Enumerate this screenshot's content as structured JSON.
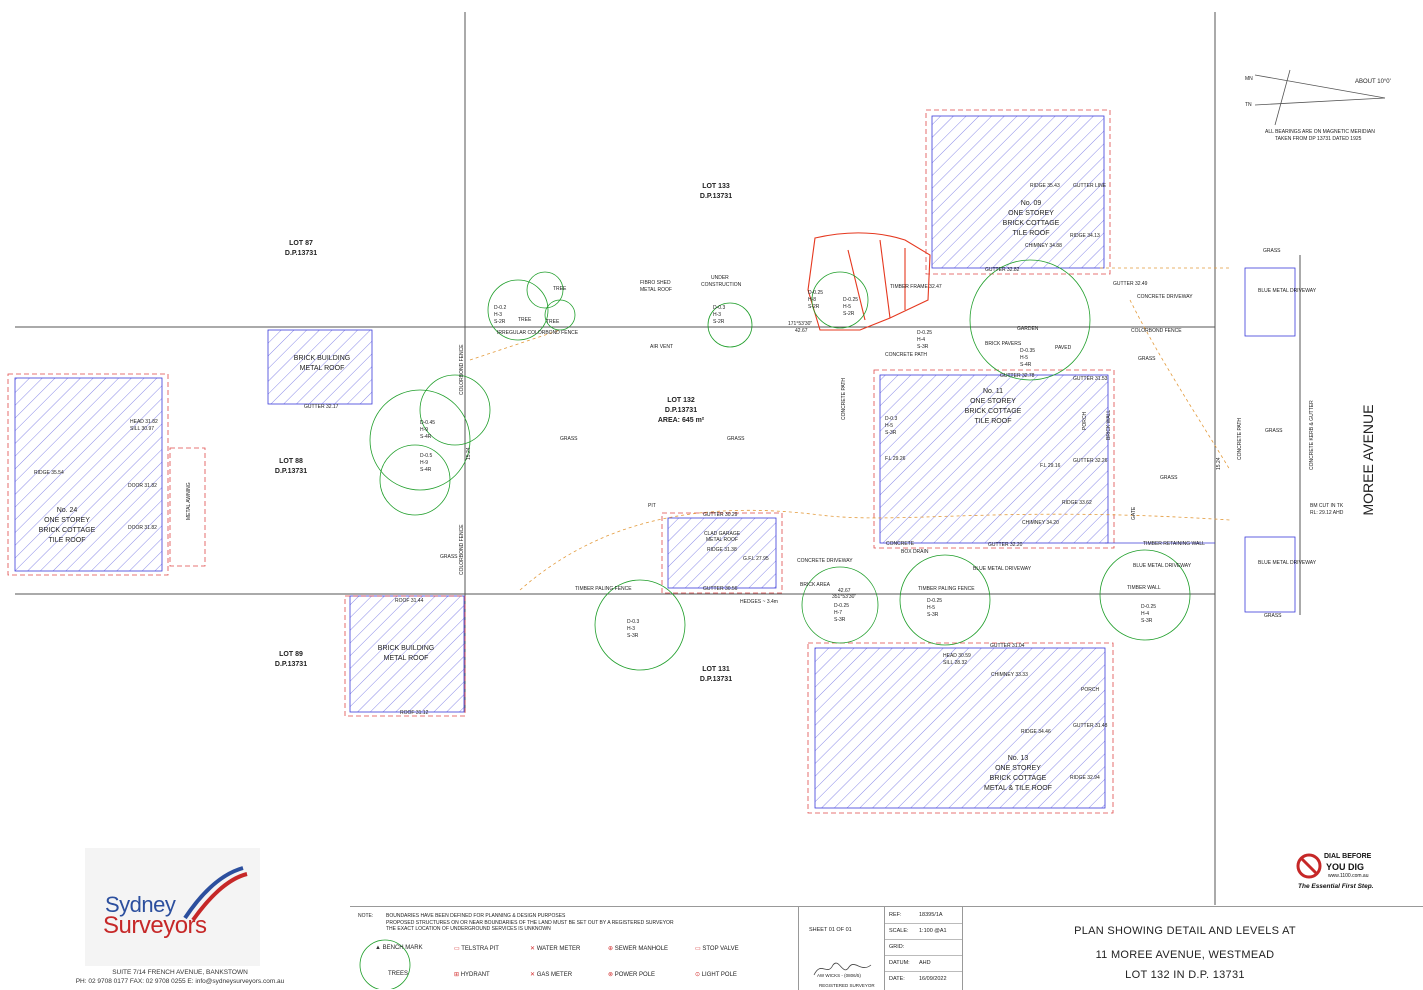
{
  "north": {
    "mn_label": "MN",
    "tn_label": "TN",
    "about_label": "ABOUT 10°0'",
    "bearing_note_1": "ALL BEARINGS ARE ON MAGNETIC MERIDIAN",
    "bearing_note_2": "TAKEN FROM DP 13731 DATED 1925"
  },
  "street": "MOREE AVENUE",
  "lots": {
    "lot133": {
      "name": "LOT 133",
      "dp": "D.P.13731"
    },
    "lot87": {
      "name": "LOT 87",
      "dp": "D.P.13731"
    },
    "lot88": {
      "name": "LOT 88",
      "dp": "D.P.13731"
    },
    "lot89": {
      "name": "LOT 89",
      "dp": "D.P.13731"
    },
    "lot131": {
      "name": "LOT 131",
      "dp": "D.P.13731"
    },
    "lot132": {
      "name": "LOT 132",
      "dp": "D.P.13731",
      "area": "AREA: 645 m²"
    }
  },
  "buildings": {
    "no09": {
      "l1": "No. 09",
      "l2": "ONE STOREY",
      "l3": "BRICK COTTAGE",
      "l4": "TILE ROOF"
    },
    "no11": {
      "l1": "No. 11",
      "l2": "ONE STOREY",
      "l3": "BRICK COTTAGE",
      "l4": "TILE ROOF"
    },
    "no13": {
      "l1": "No. 13",
      "l2": "ONE STOREY",
      "l3": "BRICK COTTAGE",
      "l4": "METAL & TILE ROOF"
    },
    "no24": {
      "l1": "No. 24",
      "l2": "ONE STOREY",
      "l3": "BRICK COTTAGE",
      "l4": "TILE ROOF"
    },
    "brick87": {
      "l1": "BRICK BUILDING",
      "l2": "METAL ROOF"
    },
    "brick89": {
      "l1": "BRICK BUILDING",
      "l2": "METAL ROOF"
    },
    "garage": {
      "l1": "CLAD GARAGE",
      "l2": "METAL ROOF"
    }
  },
  "annotations": {
    "ridge_3543": "RIDGE 35.43",
    "gutter_line": "GUTTER LINE",
    "chimney_3488": "CHIMNEY 34.88",
    "ridge_3413": "RIDGE 34.13",
    "gutter_3282": "GUTTER 32.82",
    "gutter_3249": "GUTTER 32.49",
    "concrete_driveway": "CONCRETE DRIVEWAY",
    "timber_frame": "TIMBER FRAME 32.47",
    "colorbond_fence": "COLORBOND FENCE",
    "grass": "GRASS",
    "blue_metal_driveway": "BLUE METAL DRIVEWAY",
    "under_construction_1": "UNDER",
    "under_construction_2": "CONSTRUCTION",
    "fibro_shed_1": "FIBRO SHED",
    "fibro_shed_2": "METAL ROOF",
    "tree": "TREE",
    "irregular_fence": "IRREGULAR COLORBOND FENCE",
    "air_vent": "AIR VENT",
    "brick_pavers": "BRICK PAVERS",
    "concrete_path": "CONCRETE PATH",
    "garden": "GARDEN",
    "paved": "PAVED",
    "gutter_3178": "GUTTER 32.78",
    "gutter_3153": "GUTTER 31.53",
    "gutter_3226": "GUTTER 32.26",
    "fl_2916": "F.L 29.16",
    "fl_2926": "F.L 29.26",
    "ridge_3362": "RIDGE 33.62",
    "chimney_3420": "CHIMNEY 34.20",
    "gutter_3220": "GUTTER 32.20",
    "porch": "PORCH",
    "brick_wall": "BRICK WALL",
    "timber_retaining_wall": "TIMBER RETAINING WALL",
    "timber_wall": "TIMBER WALL",
    "timber_paling_fence": "TIMBER PALING FENCE",
    "brick_area": "BRICK AREA",
    "concrete": "CONCRETE",
    "box_drain": "BOX DRAIN",
    "gate": "GATE",
    "hedges": "HEDGES ~ 3.4m",
    "gutter_3029": "GUTTER 30.29",
    "ridge_3138": "RIDGE 31.38",
    "gfl_2795": "G.F.L 27.95",
    "gutter_3056": "GUTTER 30.56",
    "pit": "PIT",
    "gutter_3217": "GUTTER 32.17",
    "roof_3144": "ROOF 31.44",
    "roof_3112": "ROOF 31.12",
    "head_3182": "HEAD 31.82",
    "sill_3097": "SILL 30.97",
    "ridge_3554": "RIDGE 35.54",
    "door_3182a": "DOOR 31.82",
    "door_3182b": "DOOR 31.82",
    "metal_awning": "METAL AWNING",
    "gutter_3204": "GUTTER 31.04",
    "head_3059": "HEAD 30.59",
    "sill_2832": "SILL 28.32",
    "chimney_3333": "CHIMNEY 33.33",
    "ridge_3446": "RIDGE 34.46",
    "gutter_3148": "GUTTER 31.48",
    "ridge_3294": "RIDGE 32.94",
    "bm_1": "BM CUT IN TK",
    "bm_2": "RL: 29.12 AHD",
    "concrete_kerb": "CONCRETE KERB & GUTTER",
    "bearing_top": "171°53'30\"",
    "dist_top": "42.67",
    "bearing_bottom": "351°53'30\"",
    "dist_bottom": "42.67",
    "dist_left": "15.24",
    "dist_right": "15.24"
  },
  "trees": {
    "t1": {
      "d": "D-0.2",
      "h": "H-3",
      "s": "S-2R"
    },
    "t2": {
      "d": "D-0.3",
      "h": "H-3",
      "s": "S-2R"
    },
    "t3": {
      "d": "D-0.25",
      "h": "H-8",
      "s": "S-2R"
    },
    "t4": {
      "d": "D-0.25",
      "h": "H-5",
      "s": "S-2R"
    },
    "t5": {
      "d": "D-0.25",
      "h": "H-4",
      "s": "S-3R"
    },
    "t6": {
      "d": "D-0.35",
      "h": "H-5",
      "s": "S-4R"
    },
    "t7": {
      "d": "D-0.45",
      "h": "H-9",
      "s": "S-4R"
    },
    "t8": {
      "d": "D-0.5",
      "h": "H-9",
      "s": "S-4R"
    },
    "t9": {
      "d": "D-0.3",
      "h": "H-5",
      "s": "S-3R"
    },
    "t10": {
      "d": "D-0.25",
      "h": "H-7",
      "s": "S-3R"
    },
    "t11": {
      "d": "D-0.25",
      "h": "H-5",
      "s": "S-3R"
    },
    "t12": {
      "d": "D-0.25",
      "h": "H-4",
      "s": "S-3R"
    },
    "t13": {
      "d": "D-0.3",
      "h": "H-3",
      "s": "S-3R"
    }
  },
  "company": {
    "name_1": "Sydney",
    "name_2": "Surveyors",
    "address": "SUITE 7/14 FRENCH AVENUE, BANKSTOWN",
    "contact": "PH: 02 9708 0177  FAX: 02 9708 0255  E: info@sydneysurveyors.com.au"
  },
  "notes": {
    "head": "NOTE:",
    "line1": "BOUNDARIES HAVE BEEN DEFINED FOR PLANNING & DESIGN PURPOSES",
    "line2": "PROPOSED STRUCTURES ON OR NEAR BOUNDARIES OF THE LAND MUST BE SET OUT BY A REGISTERED SURVEYOR",
    "line3": "THE EXACT LOCATION OF UNDERGROUND SERVICES IS UNKNOWN"
  },
  "legend": [
    "BENCH MARK",
    "TELSTRA PIT",
    "WATER METER",
    "SEWER MANHOLE",
    "STOP VALVE",
    "TREES",
    "HYDRANT",
    "GAS METER",
    "POWER POLE",
    "LIGHT POLE"
  ],
  "sheet": {
    "label": "SHEET 01 OF 01",
    "surveyor": "AW WICKS - (0806/5)",
    "registered": "REGISTERED SURVEYOR"
  },
  "info": [
    {
      "k": "REF:",
      "v": "18395/1A"
    },
    {
      "k": "SCALE:",
      "v": "1:100     @A1"
    },
    {
      "k": "GRID:",
      "v": ""
    },
    {
      "k": "DATUM:",
      "v": "AHD"
    },
    {
      "k": "DATE:",
      "v": "16/09/2022"
    }
  ],
  "title": {
    "line1": "PLAN SHOWING DETAIL AND LEVELS AT",
    "line2": "11 MOREE AVENUE, WESTMEAD",
    "line3": "LOT 132 IN  D.P. 13731"
  },
  "dbyd": {
    "l1": "DIAL BEFORE",
    "l2": "YOU DIG",
    "l3": "www.1100.com.au",
    "l4": "The Essential First Step."
  },
  "colors": {
    "hatch": "#3b3bd9",
    "tree": "#1f9e2a",
    "dim": "#e04a4a",
    "orange": "#e39a3b",
    "line": "#555555"
  }
}
